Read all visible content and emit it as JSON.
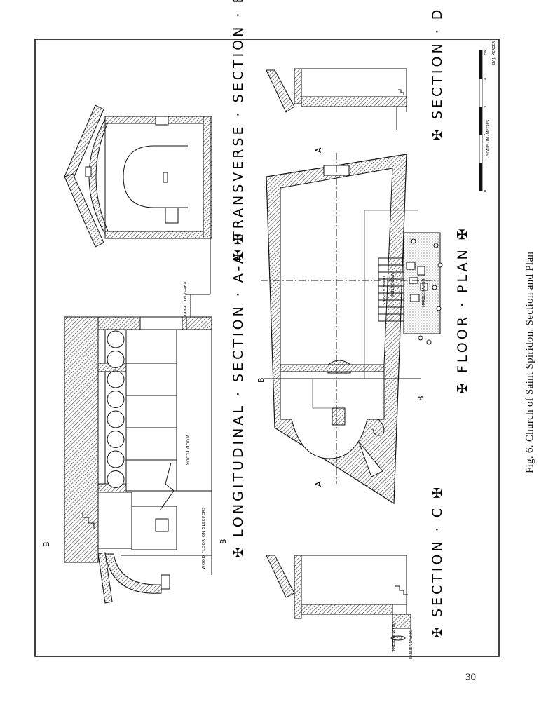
{
  "figure": {
    "caption": "Fig. 6.  Church of Saint Spiridon.  Section and Plan",
    "page_number": "30"
  },
  "labels": {
    "longitudinal": "✠ LONGITUDINAL · SECTION · A-A ✠",
    "transverse": "✠ TRANSVERSE · SECTION · B-B ✠",
    "floor_plan": "✠ FLOOR · PLAN ✠",
    "section_c": "✠ SECTION · C ✠",
    "section_d": "✠ SECTION · D ✠",
    "present_level_top": "PRESENT LEVEL",
    "wood_floor_sleepers": "WOOD FLOOR ON SLEEPERS",
    "wood_floor": "WOOD FLOOR",
    "present_level_bottom": "PRESENT LEVEL",
    "earlier_paving": "EARLIER PAVING",
    "wood_steps": "WOOD STEPS",
    "down_8_risers": "DOWN 8 RISERS",
    "marble_paving": "MARBLE PAVING",
    "scale_label": "· SCALE · IN · METRES ·",
    "scale_ticks": [
      "0",
      "1",
      "2",
      "3",
      "4",
      "5M"
    ],
    "drafter": "BY J. MERCER",
    "mark_a": "A",
    "mark_b": "B"
  }
}
